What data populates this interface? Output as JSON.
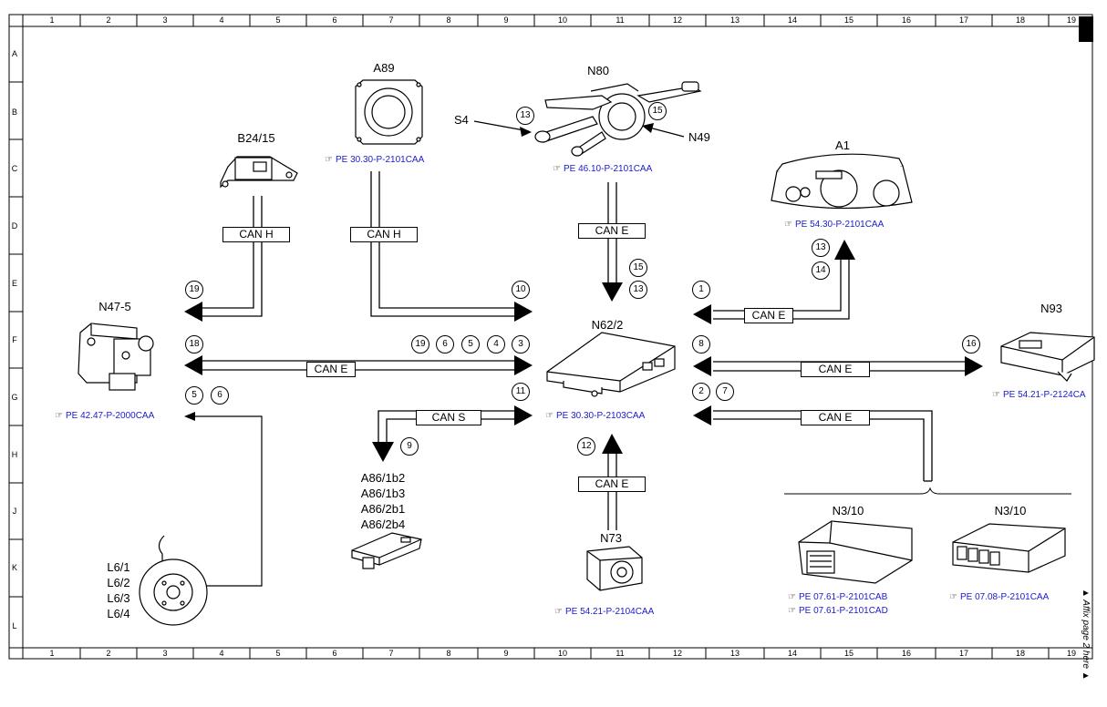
{
  "grid": {
    "columns": [
      "1",
      "2",
      "3",
      "4",
      "5",
      "6",
      "7",
      "8",
      "9",
      "10",
      "11",
      "12",
      "13",
      "14",
      "15",
      "16",
      "17",
      "18",
      "19"
    ],
    "rows": [
      "A",
      "B",
      "C",
      "D",
      "E",
      "F",
      "G",
      "H",
      "J",
      "K",
      "L"
    ]
  },
  "components": {
    "a89": {
      "label": "A89",
      "ref": "PE 30.30-P-2101CAA"
    },
    "b24": {
      "label": "B24/15"
    },
    "n80": {
      "label": "N80",
      "ref": "PE 46.10-P-2101CAA"
    },
    "s4": {
      "label": "S4"
    },
    "n49": {
      "label": "N49"
    },
    "a1": {
      "label": "A1",
      "ref": "PE 54.30-P-2101CAA"
    },
    "n47": {
      "label": "N47-5",
      "ref": "PE 42.47-P-2000CAA"
    },
    "n62": {
      "label": "N62/2",
      "ref": "PE 30.30-P-2103CAA"
    },
    "n93": {
      "label": "N93",
      "ref": "PE 54.21-P-2124CA"
    },
    "a86": {
      "lines": [
        "A86/1b2",
        "A86/1b3",
        "A86/2b1",
        "A86/2b4"
      ]
    },
    "n73": {
      "label": "N73",
      "ref": "PE 54.21-P-2104CAA"
    },
    "n310a": {
      "label": "N3/10",
      "ref1": "PE 07.61-P-2101CAB",
      "ref2": "PE 07.61-P-2101CAD"
    },
    "n310b": {
      "label": "N3/10",
      "ref": "PE 07.08-P-2101CAA"
    },
    "l6": {
      "lines": [
        "L6/1",
        "L6/2",
        "L6/3",
        "L6/4"
      ]
    }
  },
  "buses": {
    "can_h_1": "CAN H",
    "can_h_2": "CAN H",
    "can_e_top": "CAN E",
    "can_e_a1": "CAN E",
    "can_e_n47": "CAN E",
    "can_e_n93": "CAN E",
    "can_s": "CAN S",
    "can_e_n3": "CAN E",
    "can_e_n73": "CAN E"
  },
  "markers": {
    "m19a": "19",
    "m10": "10",
    "m15a": "15",
    "m13a": "13",
    "m13b": "13",
    "m15b": "15",
    "m1": "1",
    "m13c": "13",
    "m14": "14",
    "m18": "18",
    "m19b": "19",
    "m6a": "6",
    "m5a": "5",
    "m4": "4",
    "m3": "3",
    "m8": "8",
    "m16": "16",
    "m5b": "5",
    "m6b": "6",
    "m11": "11",
    "m2": "2",
    "m7": "7",
    "m9": "9",
    "m12": "12"
  },
  "hand_symbol": "☞",
  "side_note": "▲ Affix page 2 here ▲"
}
